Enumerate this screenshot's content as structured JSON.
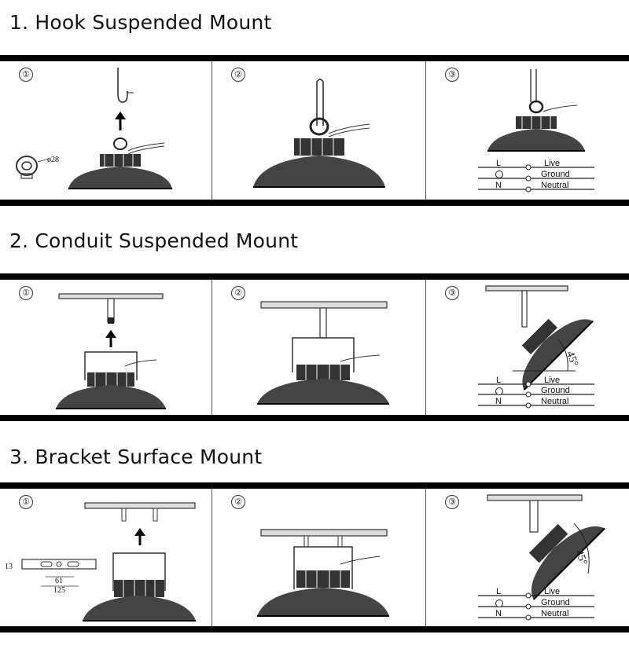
{
  "sections": [
    {
      "title": "1. Hook Suspended Mount",
      "steps": [
        "①",
        "②",
        "③"
      ]
    },
    {
      "title": "2. Conduit Suspended Mount",
      "steps": [
        "①",
        "②",
        "③"
      ]
    },
    {
      "title": "3. Bracket Surface Mount",
      "steps": [
        "①",
        "②",
        "③"
      ]
    }
  ],
  "wiring": {
    "live_code": "L",
    "live": "Live",
    "ground": "Ground",
    "neutral_code": "N",
    "neutral": "Neutral"
  },
  "dimensions": {
    "hook_diameter": "ø28",
    "bracket_height": "13",
    "hole_spacing": "61",
    "bracket_length": "125",
    "tilt_angle": "45°"
  }
}
